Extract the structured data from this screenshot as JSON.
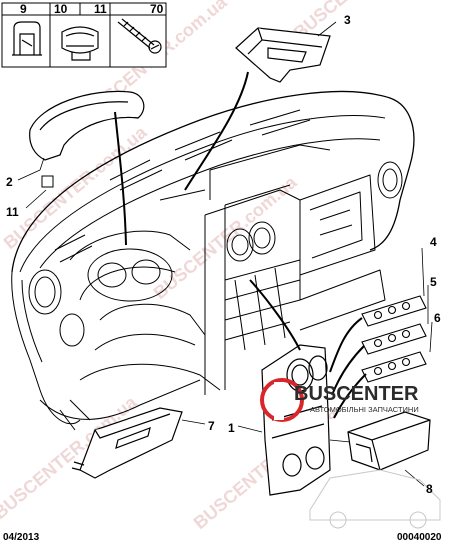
{
  "inset_labels": [
    "9",
    "10",
    "11",
    "70"
  ],
  "callouts": {
    "c1": "1",
    "c2": "2",
    "c3": "3",
    "c4": "4",
    "c5": "5",
    "c6": "6",
    "c7": "7",
    "c8": "8",
    "c11": "11"
  },
  "footer": {
    "date": "04/2013",
    "ref": "00040020"
  },
  "watermark": {
    "site": "BUSCENTER.com.ua",
    "brand": "BUSCENTER",
    "tagline": "АВТОМОБІЛЬНІ ЗАПЧАСТИНИ"
  },
  "colors": {
    "line": "#000000",
    "watermark": "#d98c8c",
    "logo_red": "#d9262b"
  }
}
